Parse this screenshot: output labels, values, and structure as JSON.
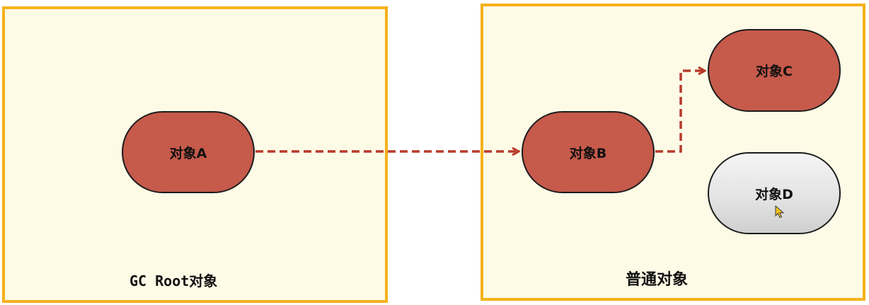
{
  "panels": {
    "gc_root_label": "GC Root对象",
    "normal_label": "普通对象"
  },
  "nodes": {
    "a": "对象A",
    "b": "对象B",
    "c": "对象C",
    "d": "对象D"
  },
  "colors": {
    "panel_border": "#f5b21c",
    "panel_fill": "#fdfbe6",
    "reachable_node": "#c65a4b",
    "unreachable_node": "#e2e2e2",
    "arrow": "#b83a2a"
  },
  "icons": {
    "pointer": "mouse-cursor-icon"
  }
}
